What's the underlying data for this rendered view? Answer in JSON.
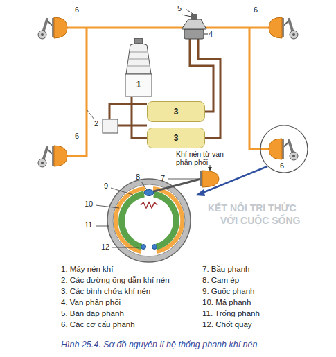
{
  "diagram": {
    "caption": "Hình 25.4. Sơ đồ nguyên lí hệ thống phanh khí nén",
    "nodes": [
      {
        "text": [
          "1"
        ]
      },
      {
        "text": [
          "3"
        ]
      },
      {
        "text": [
          "3"
        ]
      }
    ],
    "edges": [
      {
        "from": 0,
        "to": 2,
        "arrow": "none"
      }
    ],
    "labels": [
      "6",
      "5",
      "4",
      "6",
      "2",
      "6",
      "6",
      "7",
      "Khí nén từ van phân phối",
      "8",
      "9",
      "10",
      "11",
      "12",
      "KẾT NỐI TRI THỨC",
      "VỚI CUỘC SỐNG",
      "1. Máy nén khí",
      "2. Các đường ống dẫn khí nén",
      "3. Các bình chứa khí nén",
      "4. Van phân phối",
      "5. Bàn đạp phanh",
      "6. Các cơ cấu phanh",
      "7. Bầu phanh",
      "8. Cam ép",
      "9. Guốc phanh",
      "10. Má phanh",
      "11. Trống phanh",
      "12. Chốt quay"
    ]
  }
}
